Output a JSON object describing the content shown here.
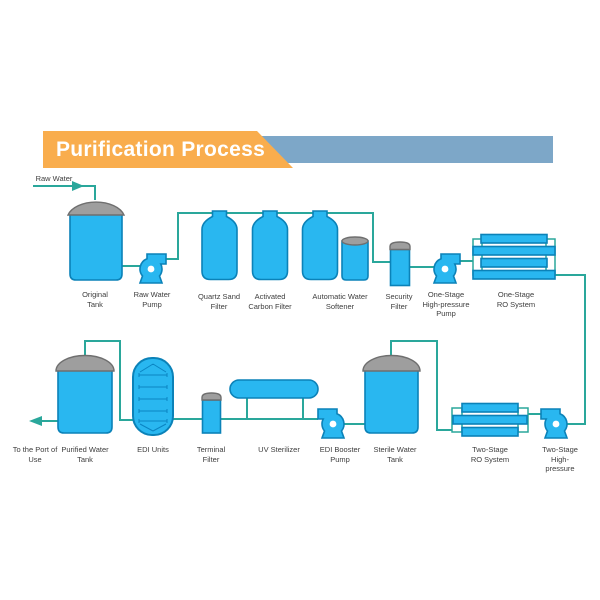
{
  "title": {
    "text": "Purification Process"
  },
  "colors": {
    "equip_fill": "#29b7f0",
    "equip_outline": "#0b82b8",
    "pipe": "#2aa79b",
    "dome": "#9e9e9e",
    "banner_orange": "#f9ad4d",
    "banner_blue": "#7da7c8",
    "title_text": "#ffffff",
    "label_text": "#3d3d3d"
  },
  "annotations": {
    "raw_water": "Raw Water",
    "to_port": "To the Port of\nUse"
  },
  "equipment": [
    {
      "id": "original-tank",
      "label": "Original\nTank"
    },
    {
      "id": "raw-water-pump",
      "label": "Raw Water\nPump"
    },
    {
      "id": "quartz-sand-filter",
      "label": "Quartz Sand\nFilter"
    },
    {
      "id": "activated-carbon-filter",
      "label": "Activated\nCarbon Filter"
    },
    {
      "id": "automatic-water-softener",
      "label": "Automatic Water\nSoftener"
    },
    {
      "id": "security-filter",
      "label": "Security\nFilter"
    },
    {
      "id": "one-stage-hp-pump",
      "label": "One-Stage\nHigh-pressure\nPump"
    },
    {
      "id": "one-stage-ro-system",
      "label": "One-Stage\nRO System"
    },
    {
      "id": "purified-water-tank",
      "label": "Purified Water\nTank"
    },
    {
      "id": "edi-units",
      "label": "EDI Units"
    },
    {
      "id": "terminal-filter",
      "label": "Terminal\nFilter"
    },
    {
      "id": "uv-sterilizer",
      "label": "UV Sterilizer"
    },
    {
      "id": "edi-booster-pump",
      "label": "EDI Booster\nPump"
    },
    {
      "id": "sterile-water-tank",
      "label": "Sterile Water\nTank"
    },
    {
      "id": "two-stage-ro-system",
      "label": "Two-Stage\nRO System"
    },
    {
      "id": "two-stage-hp-pump",
      "label": "Two-Stage\nHigh-pressure"
    }
  ]
}
